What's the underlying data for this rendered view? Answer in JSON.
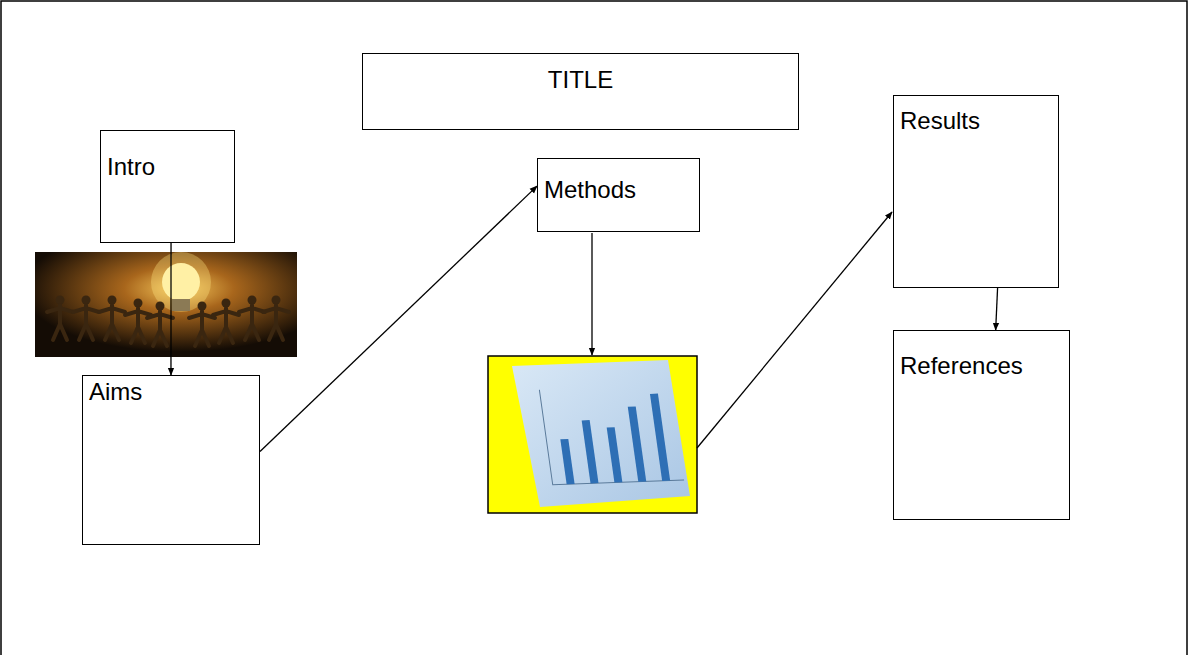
{
  "diagram": {
    "nodes": [
      {
        "text": [
          "TITLE"
        ]
      },
      {
        "text": [
          "Intro"
        ]
      },
      {
        "text": [
          "Aims"
        ]
      },
      {
        "text": [
          "Methods"
        ]
      },
      {
        "text": [
          "Results"
        ]
      },
      {
        "text": [
          "References"
        ]
      }
    ],
    "edges": [
      {
        "from": 1,
        "to": 2,
        "arrow": "to"
      },
      {
        "from": 2,
        "to": 3,
        "arrow": "to"
      },
      {
        "from": 4,
        "to": 5,
        "arrow": "to"
      }
    ]
  }
}
